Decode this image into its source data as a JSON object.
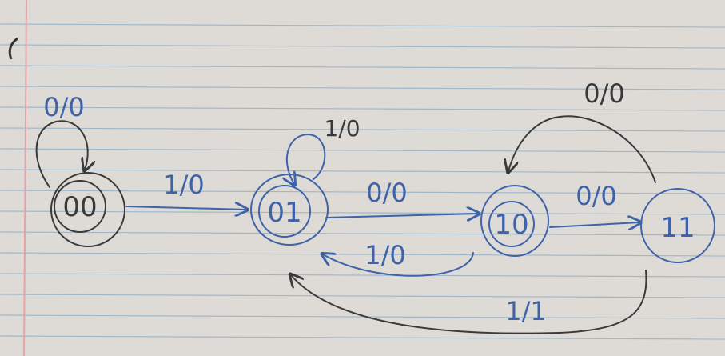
{
  "colors": {
    "paper": "#dedbd6",
    "rule_line": "#9fb7c9",
    "margin_line": "#e3a3a8",
    "pen_blue": "#3f63a8",
    "pen_black": "#3a3a3a"
  },
  "states": [
    {
      "id": "s00",
      "label": "00"
    },
    {
      "id": "s01",
      "label": "01"
    },
    {
      "id": "s10",
      "label": "10"
    },
    {
      "id": "s11",
      "label": "11"
    }
  ],
  "transitions": [
    {
      "id": "t00_self",
      "from": "00",
      "to": "00",
      "label": "0/0"
    },
    {
      "id": "t00_01",
      "from": "00",
      "to": "01",
      "label": "1/0"
    },
    {
      "id": "t01_self",
      "from": "01",
      "to": "01",
      "label": "1/0"
    },
    {
      "id": "t01_10",
      "from": "01",
      "to": "10",
      "label": "0/0"
    },
    {
      "id": "t10_01",
      "from": "10",
      "to": "01",
      "label": "1/0"
    },
    {
      "id": "t10_11",
      "from": "10",
      "to": "11",
      "label": "0/0"
    },
    {
      "id": "t11_10",
      "from": "11",
      "to": "10",
      "label": "0/0"
    },
    {
      "id": "t11_01",
      "from": "11",
      "to": "01",
      "label": "1/1"
    }
  ]
}
